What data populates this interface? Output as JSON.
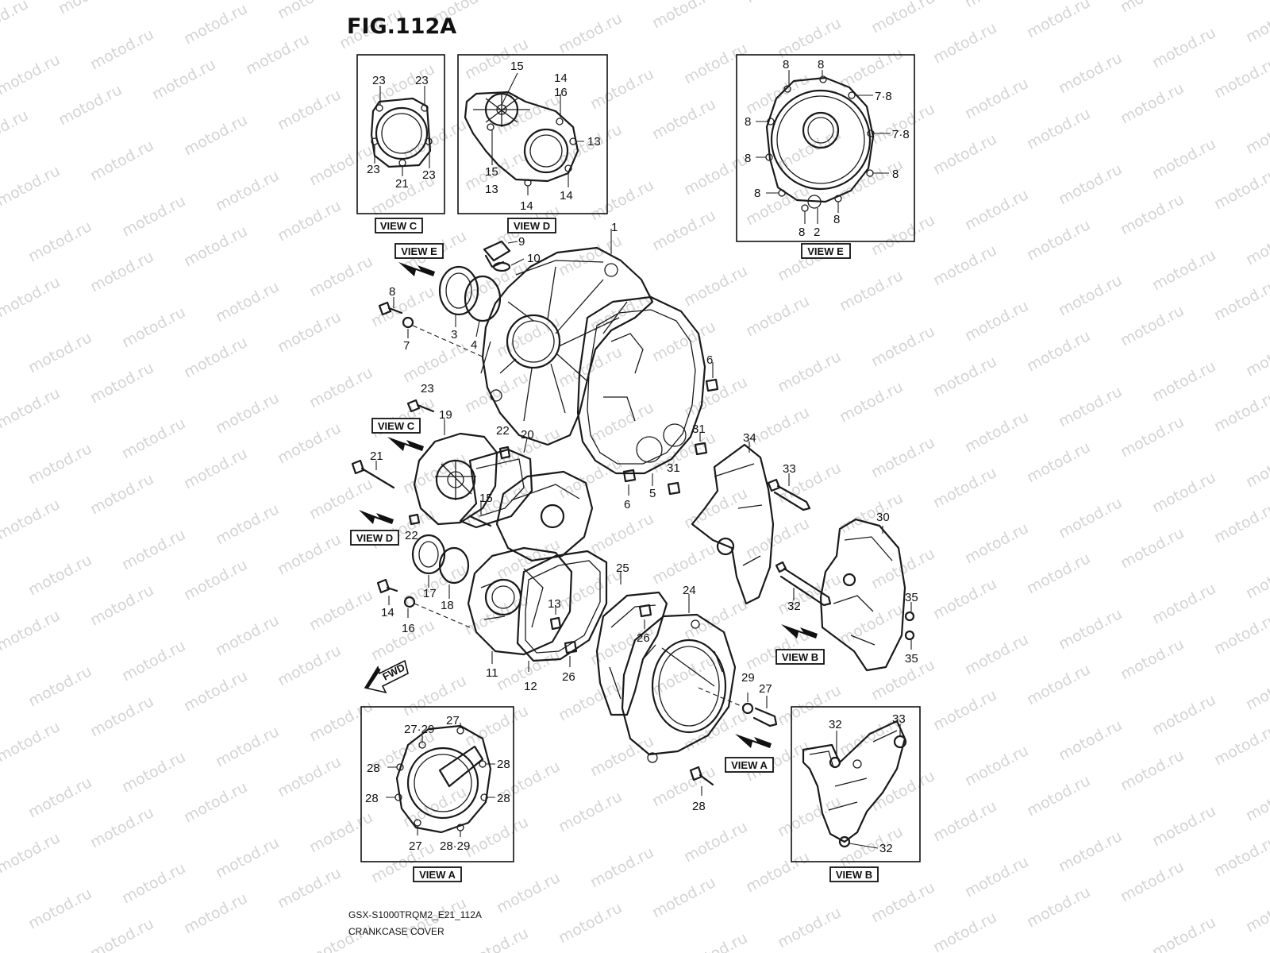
{
  "figure": {
    "title": "FIG.112A",
    "model_code": "GSX-S1000TRQM2_E21_112A",
    "section_name": "CRANKCASE COVER"
  },
  "watermark": {
    "text": "motod.ru"
  },
  "view_labels": {
    "view_a": "VIEW A",
    "view_b": "VIEW B",
    "view_c": "VIEW C",
    "view_d": "VIEW D",
    "view_e": "VIEW E"
  },
  "direction": {
    "label": "FWD"
  },
  "callouts": {
    "vc_23a": "23",
    "vc_23b": "23",
    "vc_23c": "23",
    "vc_23d": "23",
    "vc_21": "21",
    "vd_15a": "15",
    "vd_14a": "14",
    "vd_16": "16",
    "vd_13a": "13",
    "vd_15b": "15",
    "vd_13b": "13",
    "vd_14b": "14",
    "vd_14c": "14",
    "ve_8a": "8",
    "ve_8b": "8",
    "ve_78a": "7·8",
    "ve_8c": "8",
    "ve_78b": "7·8",
    "ve_8d": "8",
    "ve_8e": "8",
    "ve_8f": "8",
    "ve_8g": "8",
    "ve_8h": "8",
    "ve_2": "2",
    "m_1": "1",
    "m_9": "9",
    "m_10": "10",
    "m_8": "8",
    "m_7": "7",
    "m_3": "3",
    "m_4": "4",
    "m_6a": "6",
    "m_31a": "31",
    "m_31b": "31",
    "m_5": "5",
    "m_6b": "6",
    "m_23": "23",
    "m_19": "19",
    "m_22a": "22",
    "m_20": "20",
    "m_21": "21",
    "m_15": "15",
    "m_22b": "22",
    "m_17": "17",
    "m_18": "18",
    "m_14": "14",
    "m_16": "16",
    "m_13": "13",
    "m_11": "11",
    "m_12": "12",
    "m_25": "25",
    "m_24": "24",
    "m_26a": "26",
    "m_26b": "26",
    "m_29": "29",
    "m_27": "27",
    "m_28": "28",
    "m_34": "34",
    "m_33": "33",
    "m_30": "30",
    "m_32": "32",
    "m_35a": "35",
    "m_35b": "35",
    "va_2729a": "27·29",
    "va_27a": "27",
    "va_28a": "28",
    "va_28b": "28",
    "va_28c": "28",
    "va_28d": "28",
    "va_27b": "27",
    "va_2829": "28·29",
    "vb_32a": "32",
    "vb_33": "33",
    "vb_32b": "32"
  }
}
